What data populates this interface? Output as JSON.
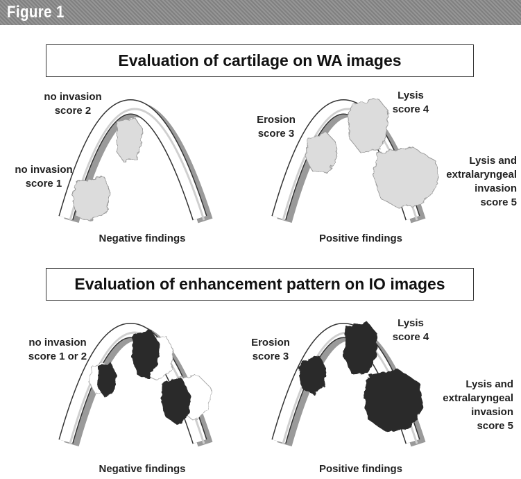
{
  "figure_label": "Figure 1",
  "panels": [
    {
      "title": "Evaluation of cartilage on WA images",
      "negative": {
        "caption": "Negative findings",
        "labels": [
          {
            "line1": "no invasion",
            "line2": "score 2"
          },
          {
            "line1": "no invasion",
            "line2": "score 1"
          }
        ]
      },
      "positive": {
        "caption": "Positive findings",
        "labels": [
          {
            "line1": "Erosion",
            "line2": "score 3"
          },
          {
            "line1": "Lysis",
            "line2": "score 4"
          },
          {
            "line1": "Lysis and",
            "line2": "extralaryngeal",
            "line3": "invasion",
            "line4": "score 5"
          }
        ]
      }
    },
    {
      "title": "Evaluation of enhancement pattern on IO images",
      "negative": {
        "caption": "Negative findings",
        "labels": [
          {
            "line1": "no invasion",
            "line2": "score 1 or 2"
          }
        ]
      },
      "positive": {
        "caption": "Positive findings",
        "labels": [
          {
            "line1": "Erosion",
            "line2": "score 3"
          },
          {
            "line1": "Lysis",
            "line2": "score 4"
          },
          {
            "line1": "Lysis and",
            "line2": "extralaryngeal",
            "line3": "invasion",
            "line4": "score 5"
          }
        ]
      }
    }
  ],
  "colors": {
    "header": "#8f8f8f",
    "tumor_light": "#dcdcdc",
    "tumor_dark": "#2a2a2a",
    "cartilage_shadow": "#9a9a9a"
  }
}
